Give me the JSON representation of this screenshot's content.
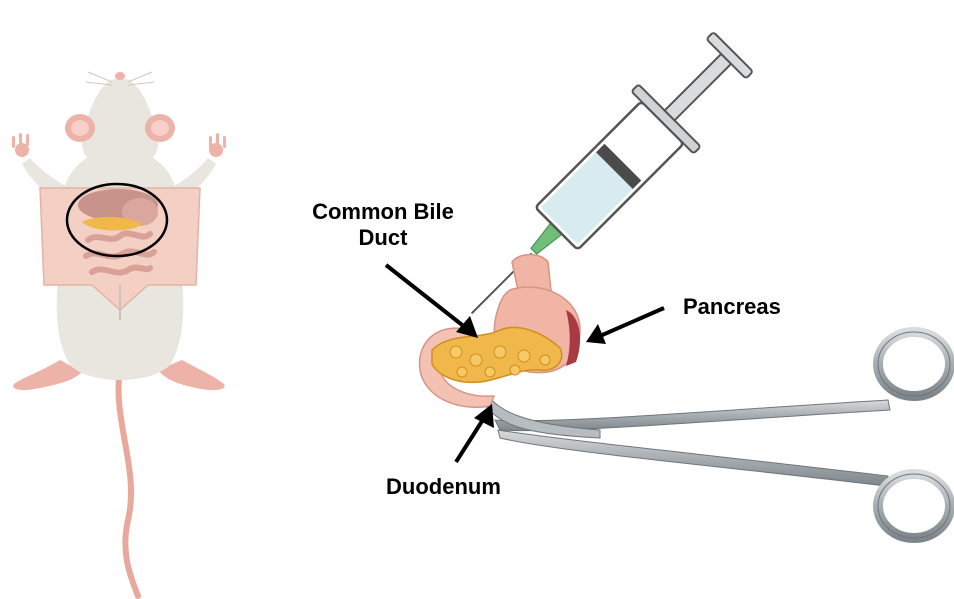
{
  "labels": {
    "common_bile_duct_line1": "Common Bile",
    "common_bile_duct_line2": "Duct",
    "pancreas": "Pancreas",
    "duodenum": "Duodenum"
  },
  "colors": {
    "mouse_fur": "#e9e6e0",
    "mouse_skin": "#eeb3a8",
    "abdomen": "#f3cfc4",
    "pancreas": "#f0b84a",
    "stomach": "#f0b5a5",
    "syringe_fluid": "#d7ebf1",
    "needle_hub": "#6fbf7a",
    "forceps": "#9aa0a5",
    "arrow": "#000000"
  },
  "icons": [
    "mouse-illustration",
    "syringe-icon",
    "forceps-icon",
    "stomach-pancreas-illustration"
  ]
}
